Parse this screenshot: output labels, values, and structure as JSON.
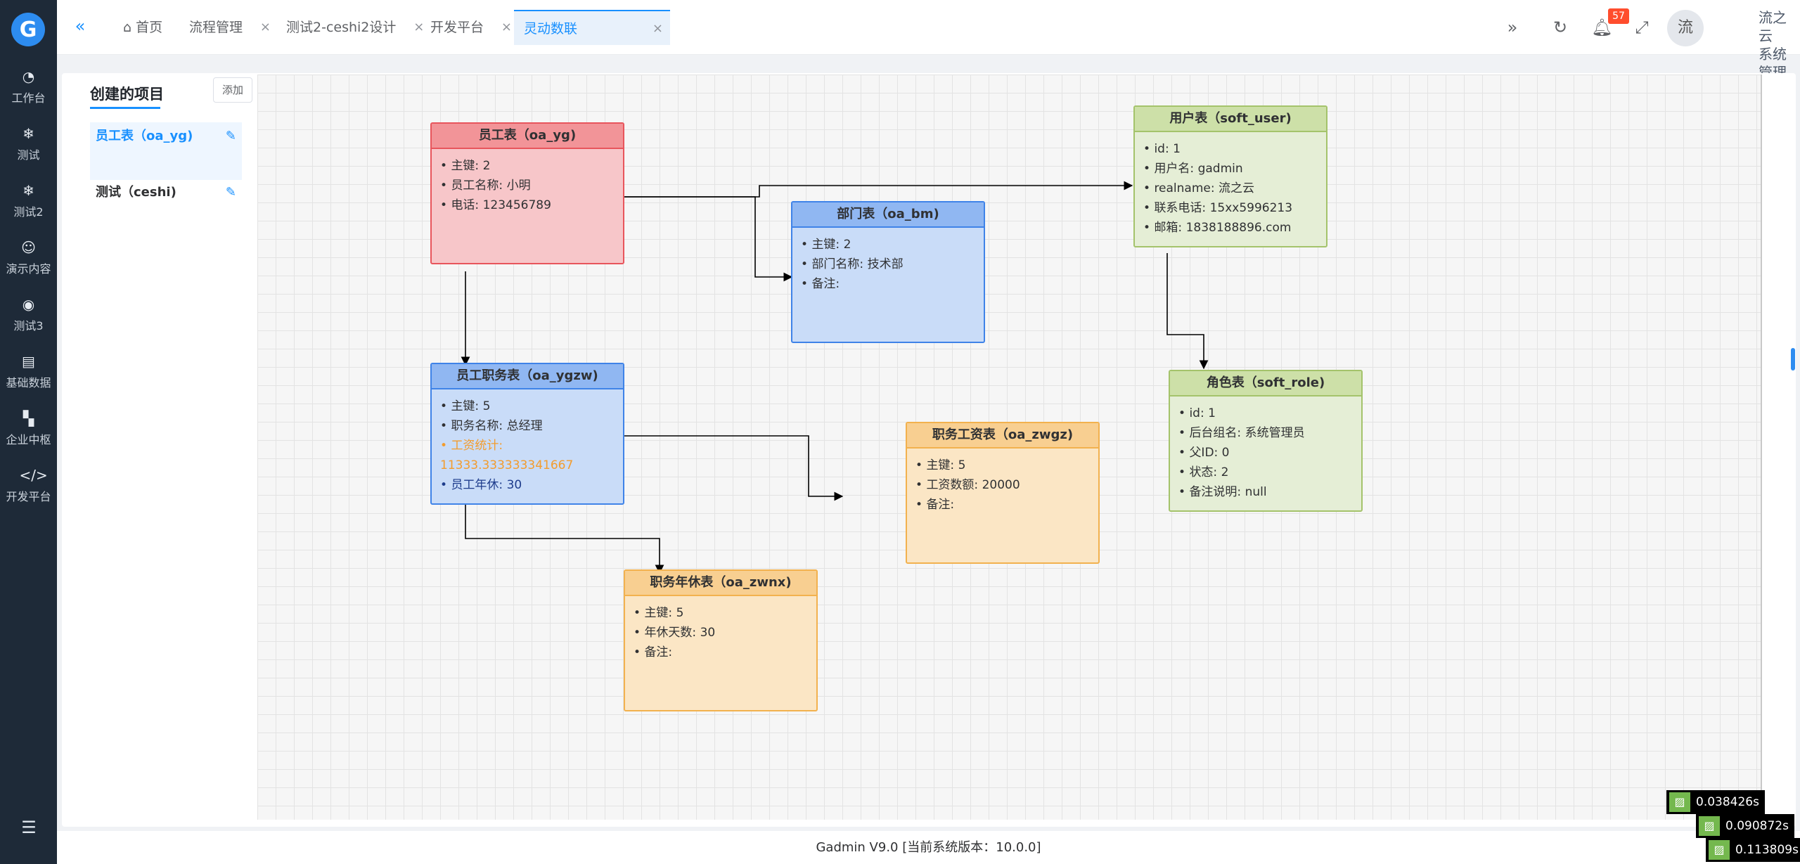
{
  "app": {
    "logo_glyph": "G"
  },
  "rail": {
    "items": [
      {
        "label": "工作台",
        "icon": "dashboard-icon"
      },
      {
        "label": "测试",
        "icon": "snowflake-icon"
      },
      {
        "label": "测试2",
        "icon": "snowflake-icon"
      },
      {
        "label": "演示内容",
        "icon": "smile-icon"
      },
      {
        "label": "测试3",
        "icon": "compass-icon"
      },
      {
        "label": "基础数据",
        "icon": "document-icon"
      },
      {
        "label": "企业中枢",
        "icon": "grid-plus-icon"
      },
      {
        "label": "开发平台",
        "icon": "code-icon"
      }
    ]
  },
  "tabs": [
    {
      "label": "首页",
      "closable": false
    },
    {
      "label": "流程管理",
      "closable": true
    },
    {
      "label": "测试2-ceshi2设计",
      "closable": true
    },
    {
      "label": "开发平台",
      "closable": true
    },
    {
      "label": "灵动数联",
      "closable": true,
      "active": true
    }
  ],
  "header": {
    "notification_count": "57",
    "avatar_text": "流",
    "user_name": "流之云",
    "user_role": "系统管理员"
  },
  "sidebar": {
    "title": "创建的项目",
    "add_label": "添加",
    "projects": [
      {
        "label": "员工表（oa_yg)",
        "active": true
      },
      {
        "label": "测试（ceshi)",
        "active": false
      }
    ]
  },
  "entities": {
    "yg": {
      "title": "员工表（oa_yg)",
      "rows": [
        "主键: 2",
        "员工名称: 小明",
        "电话: 123456789"
      ]
    },
    "bm": {
      "title": "部门表（oa_bm)",
      "rows": [
        "主键: 2",
        "部门名称: 技术部",
        "备注:"
      ]
    },
    "user": {
      "title": "用户表（soft_user)",
      "rows": [
        "id: 1",
        "用户名: gadmin",
        "realname: 流之云",
        "联系电话: 15xx5996213",
        "邮箱: 1838188896.com"
      ]
    },
    "ygzw": {
      "title": "员工职务表（oa_ygzw)",
      "rows": [
        "主键: 5",
        "职务名称: 总经理"
      ],
      "salary_label": "工资统计:",
      "salary_value": "11333.333333341667",
      "annual_leave": "员工年休: 30"
    },
    "zwgz": {
      "title": "职务工资表（oa_zwgz)",
      "rows": [
        "主键: 5",
        "工资数额: 20000",
        "备注:"
      ]
    },
    "role": {
      "title": "角色表（soft_role)",
      "rows": [
        "id: 1",
        "后台组名: 系统管理员",
        "父ID: 0",
        "状态: 2",
        "备注说明: null"
      ]
    },
    "zwnx": {
      "title": "职务年休表（oa_zwnx)",
      "rows": [
        "主键: 5",
        "年休天数: 30",
        "备注:"
      ]
    }
  },
  "footer": {
    "text": "Gadmin V9.0 [当前系统版本：10.0.0]"
  },
  "perf": [
    "0.038426s",
    "0.090872s",
    "0.113809s"
  ],
  "colors": {
    "accent": "#1890ff",
    "rail": "#1e2a38",
    "badge": "#ff4d2d"
  }
}
